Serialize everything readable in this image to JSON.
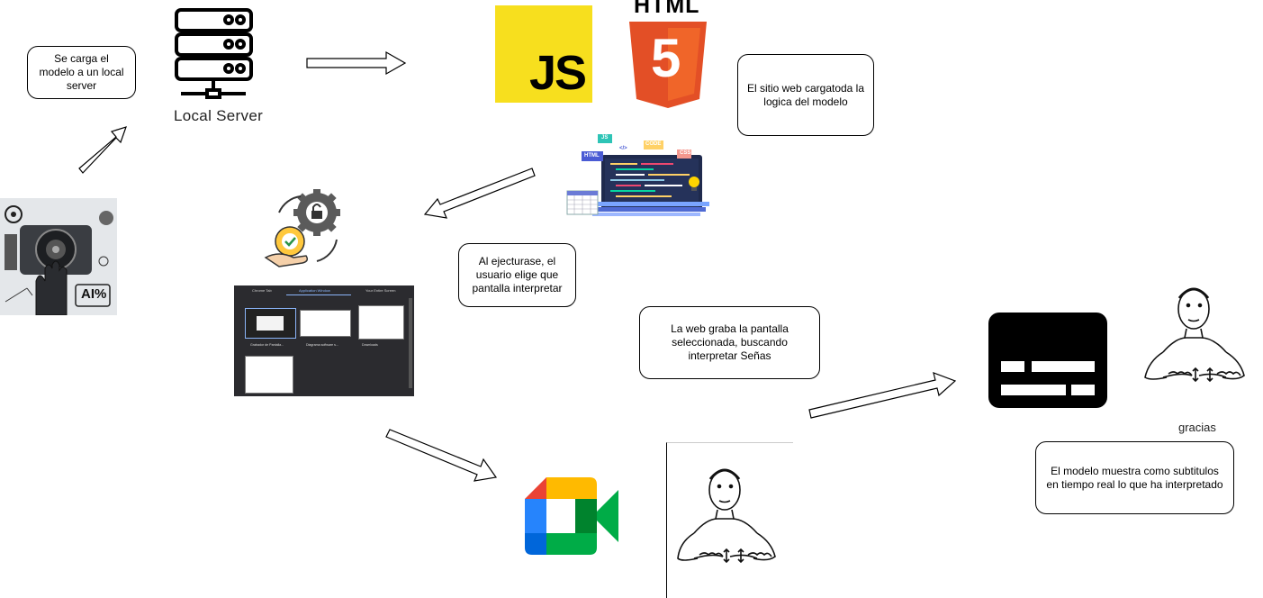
{
  "notes": {
    "load_model": "Se carga el modelo a un local server",
    "website_logic": "El sitio web cargatoda la logica del modelo",
    "choose_screen": "Al ejecturase, el usuario elige que pantalla interpretar",
    "record_screen": "La web  graba la pantalla seleccionada, buscando interpretar Señas",
    "subtitles": "El modelo muestra como subtitulos en tiempo real lo que ha interpretado"
  },
  "labels": {
    "local_server": "Local Server",
    "js_logo": "JS",
    "html_logo": "HTML",
    "html5_digit": "5",
    "gracias": "gracias",
    "ai_badge": "AI%"
  },
  "code_illustration": {
    "tag_js": "JS",
    "tag_html": "HTML",
    "tag_code": "CODE",
    "tag_css": "CSS",
    "tag_symbol": "</>"
  },
  "screen_picker": {
    "tabs": [
      "Chrome Tab",
      "Application Window",
      "Your Entire Screen"
    ],
    "items": [
      "Grabador de Pantalla...",
      "Diagrama software s...",
      "Downloads"
    ]
  },
  "colors": {
    "js_yellow": "#f7df1e",
    "html_orange": "#e34f26",
    "html_orange_light": "#f06529",
    "meet_green": "#00832d",
    "meet_blue": "#2684fc",
    "meet_yellow": "#ffba00",
    "meet_red": "#ea4335",
    "subtitle_black": "#000000"
  }
}
